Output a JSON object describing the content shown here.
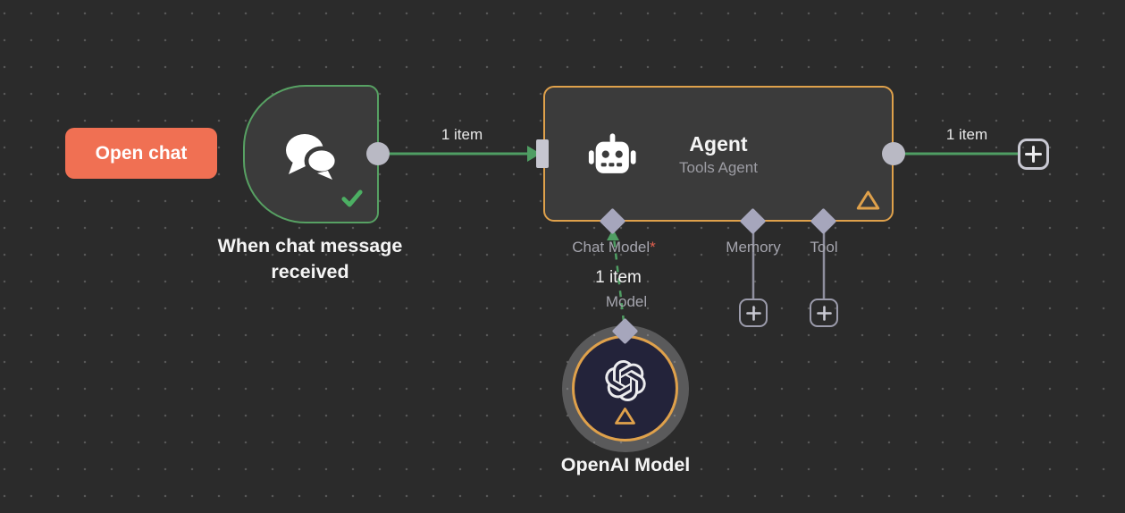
{
  "colors": {
    "canvas_bg": "#2B2B2B",
    "canvas_dots": "#575757",
    "node_bg": "#3B3B3B",
    "success_green": "#4F9E63",
    "trigger_border_green": "#57A163",
    "agent_border_orange": "#DFA14B",
    "open_chat_coral": "#F07053",
    "connector_gray": "#A6A6BC",
    "endpoint_gray": "#B9B9C4",
    "label_gray": "#A5A5AE",
    "required_red": "#E0604F",
    "openai_node_bg": "#23233A"
  },
  "toolbar": {
    "open_chat_label": "Open chat"
  },
  "nodes": {
    "chat_trigger": {
      "label_line1": "When chat message",
      "label_line2": "received",
      "status": "success"
    },
    "agent": {
      "title": "Agent",
      "subtitle": "Tools Agent",
      "has_warning": true,
      "ports": {
        "chat_model": {
          "label": "Chat Model",
          "required_marker": "*"
        },
        "memory": {
          "label": "Memory"
        },
        "tool": {
          "label": "Tool"
        }
      }
    },
    "openai_model": {
      "label": "OpenAI Model",
      "has_warning": true
    }
  },
  "connections": {
    "trigger_to_agent": {
      "label": "1 item"
    },
    "agent_to_next": {
      "label": "1 item"
    },
    "model_to_agent": {
      "label": "1 item",
      "port_label": "Model"
    }
  }
}
